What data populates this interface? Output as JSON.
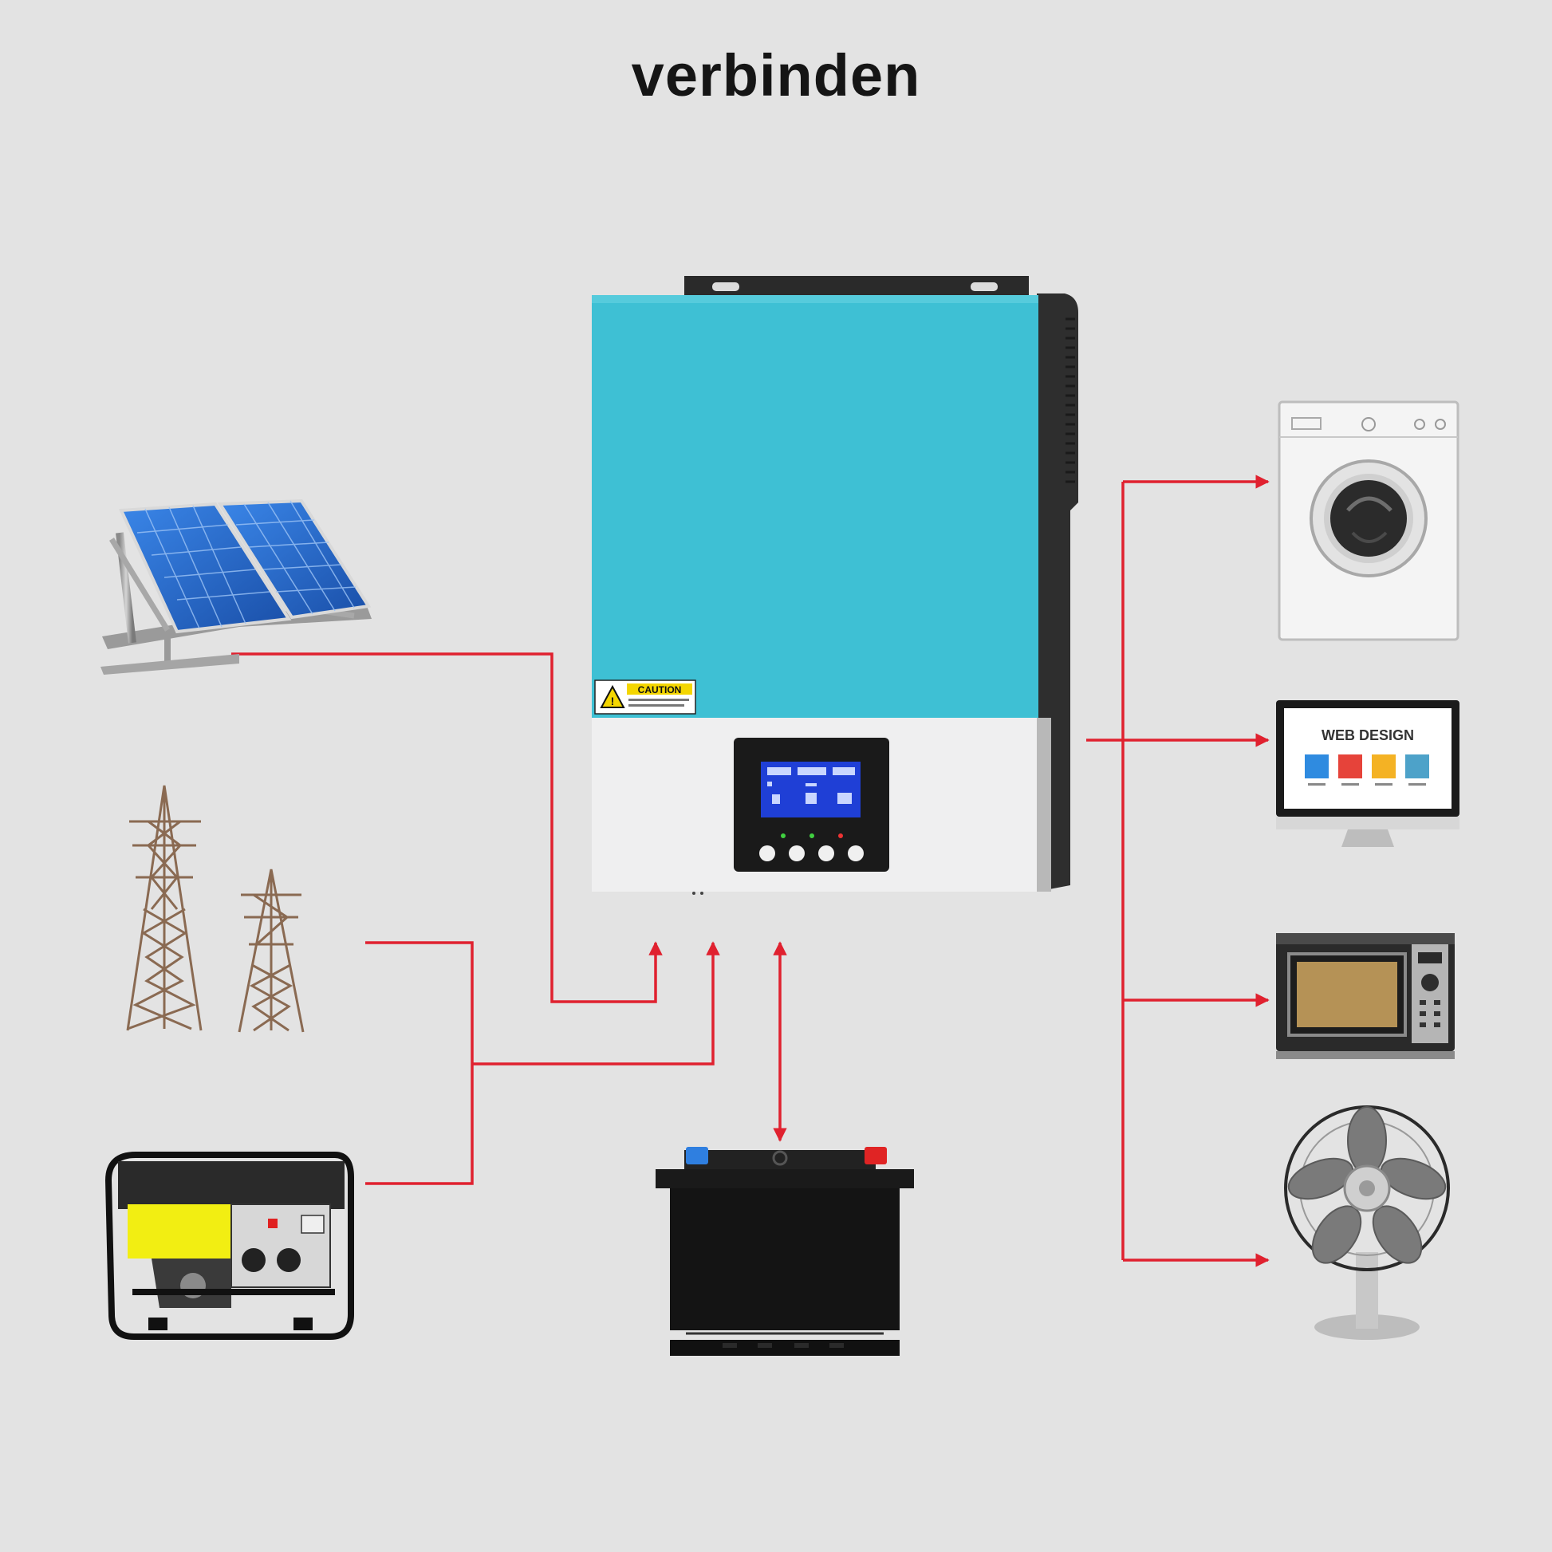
{
  "title": "verbinden",
  "inverter": {
    "caution_label": "CAUTION"
  },
  "monitor": {
    "screen_text": "WEB DESIGN"
  },
  "colors": {
    "background": "#e3e3e3",
    "line": "#e0212f",
    "inverter_teal": "#3ec0d4",
    "inverter_white": "#efeff0",
    "solar_blue": "#2a6fd0"
  },
  "sources": [
    "solar-panel",
    "power-pylons",
    "generator",
    "battery"
  ],
  "loads": [
    "washing-machine",
    "computer-monitor",
    "microwave",
    "desk-fan"
  ]
}
